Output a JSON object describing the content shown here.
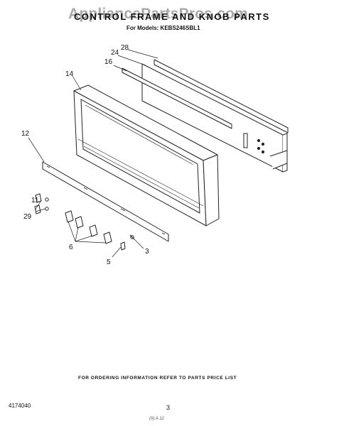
{
  "watermark": "AppliancePartsPros.com",
  "header": {
    "title": "CONTROL FRAME AND KNOB PARTS",
    "models": "For Models: KEBS246SBL1"
  },
  "callouts": {
    "c28": "28",
    "c24": "24",
    "c16": "16",
    "c14": "14",
    "c12": "12",
    "c11": "11",
    "c29": "29",
    "c6": "6",
    "c5": "5",
    "c3": "3"
  },
  "footer": {
    "note": "FOR ORDERING INFORMATION REFER TO PARTS PRICE LIST",
    "doc_number": "4174040",
    "page_number": "3",
    "stamp": "(9) A 12"
  }
}
